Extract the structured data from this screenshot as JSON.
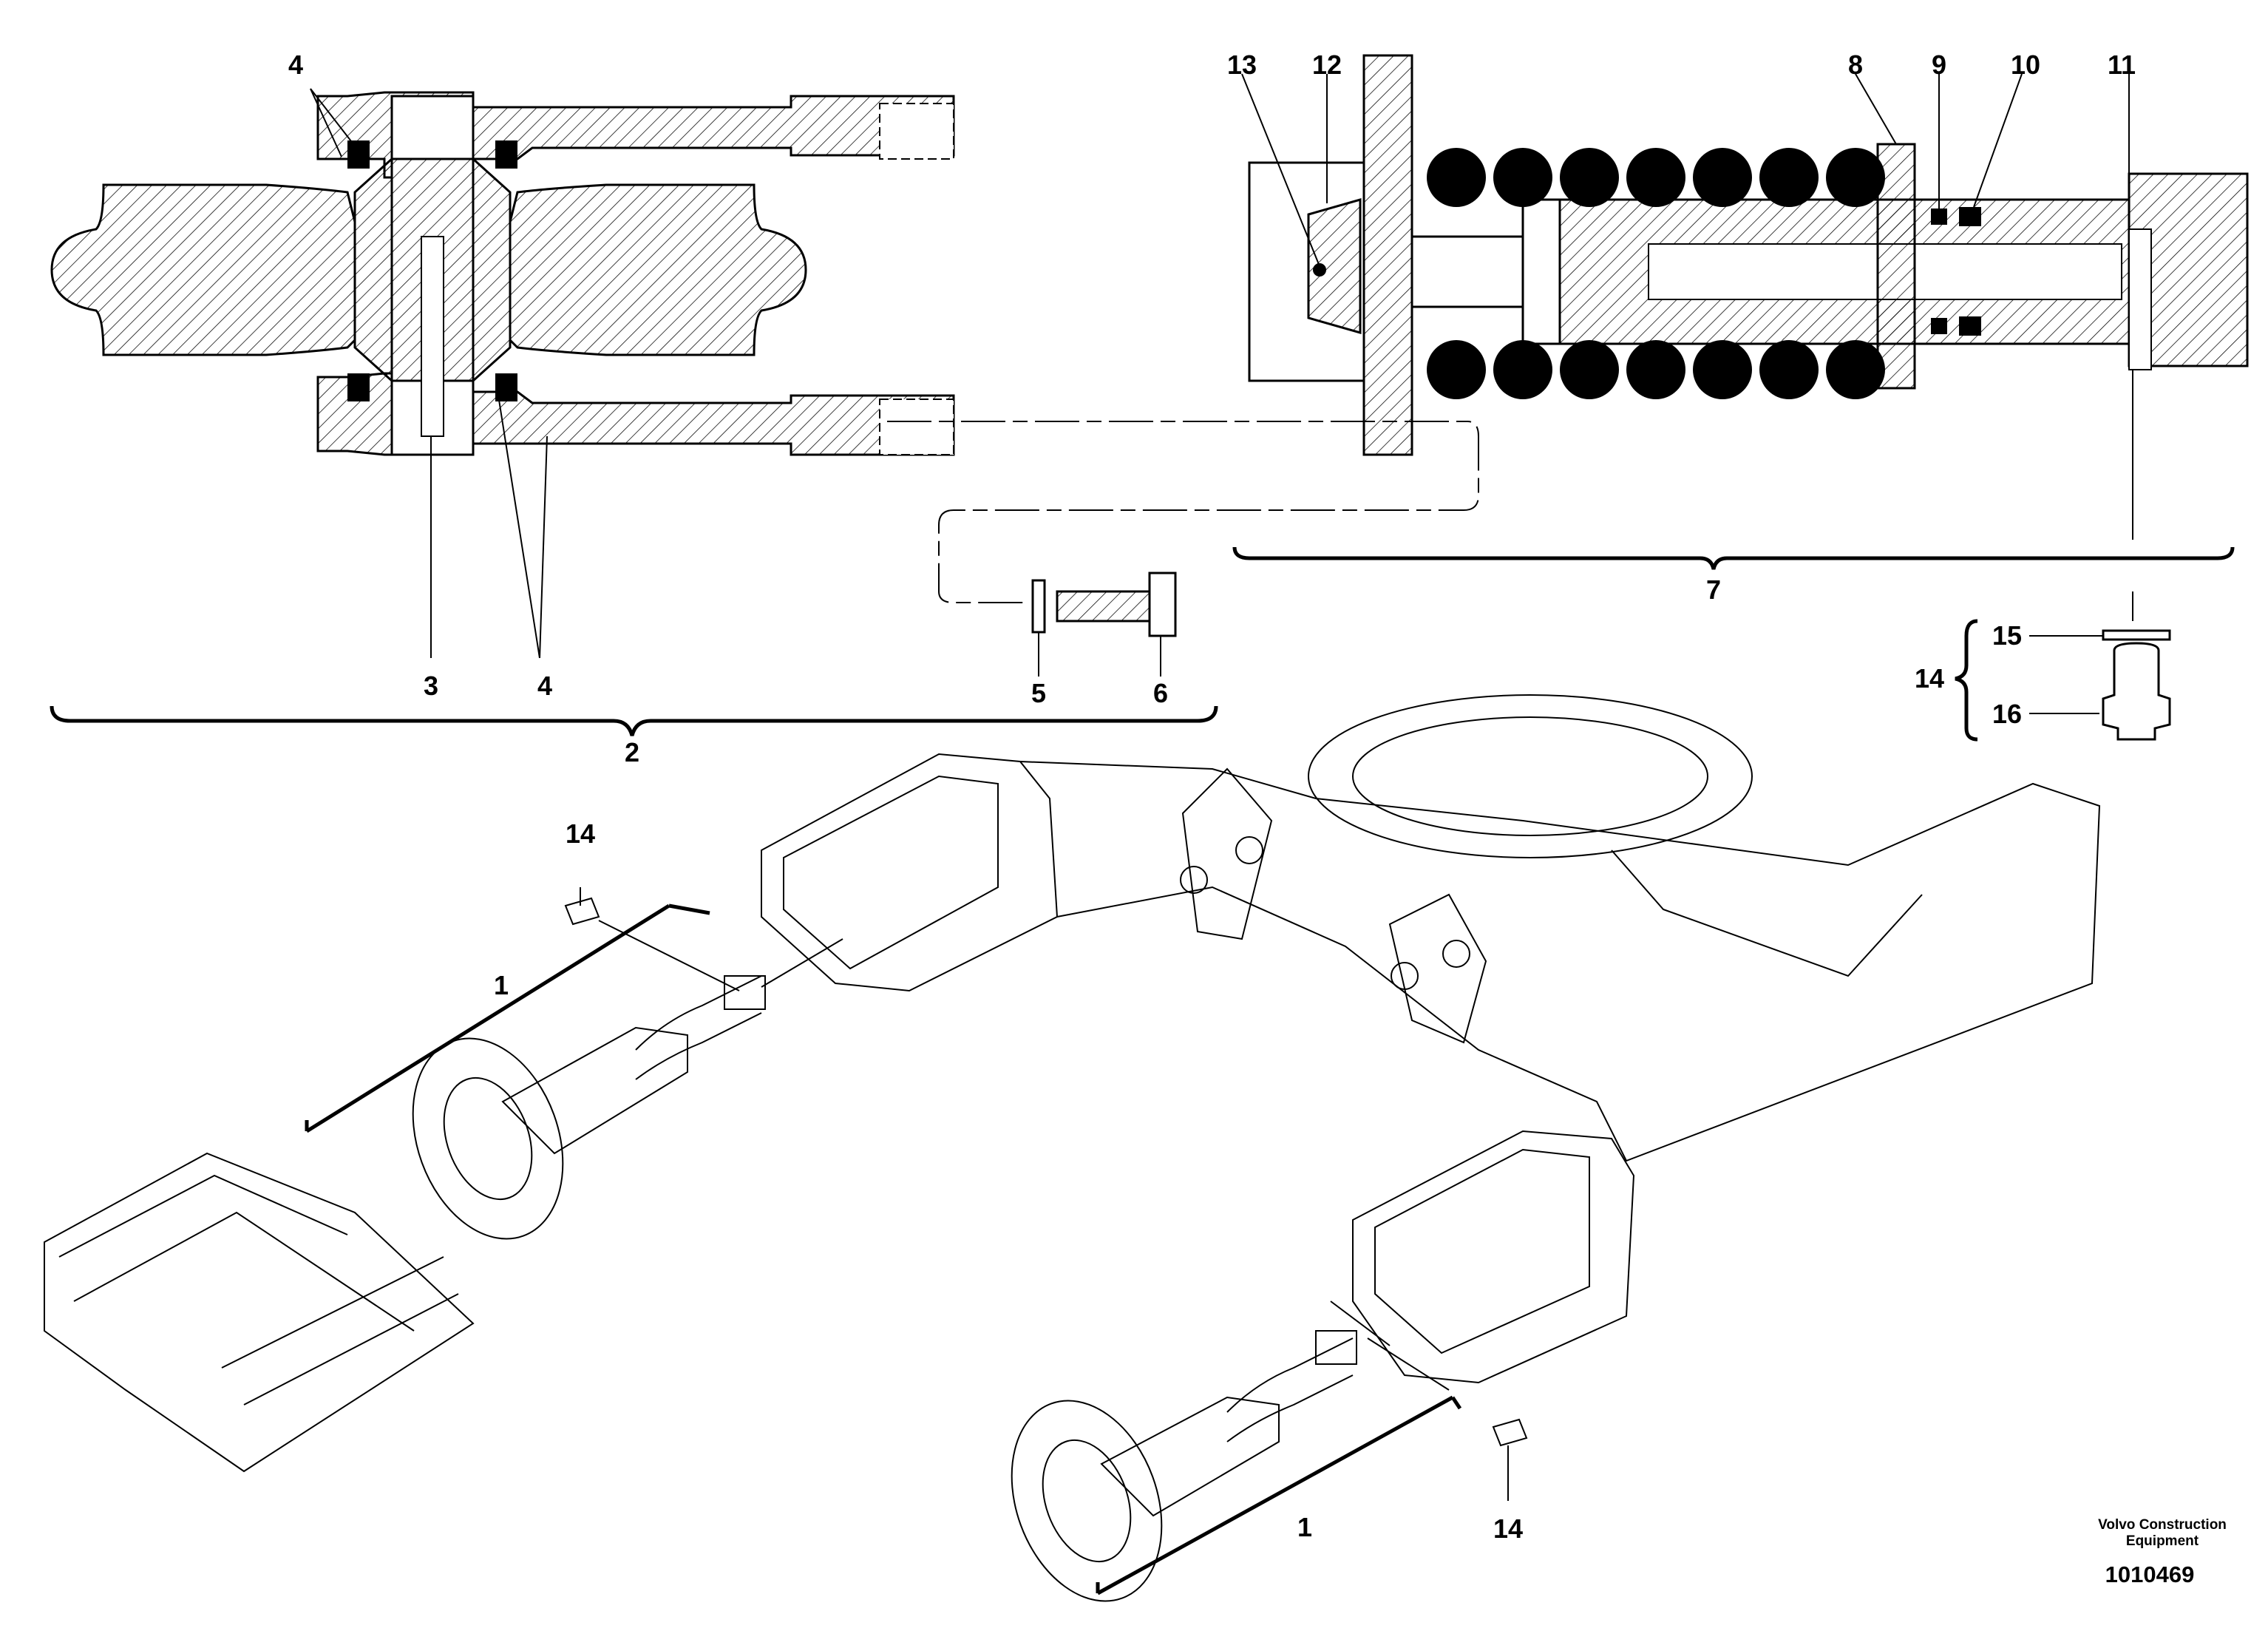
{
  "callouts": {
    "c1a": "1",
    "c1b": "1",
    "c2": "2",
    "c3": "3",
    "c4a": "4",
    "c4b": "4",
    "c5": "5",
    "c6": "6",
    "c7": "7",
    "c8": "8",
    "c9": "9",
    "c10": "10",
    "c11": "11",
    "c12": "12",
    "c13": "13",
    "c14a": "14",
    "c14b": "14",
    "c14c": "14",
    "c15": "15",
    "c16": "16"
  },
  "footer": {
    "company_line1": "Volvo Construction",
    "company_line2": "Equipment",
    "drawing_number": "1010469"
  }
}
